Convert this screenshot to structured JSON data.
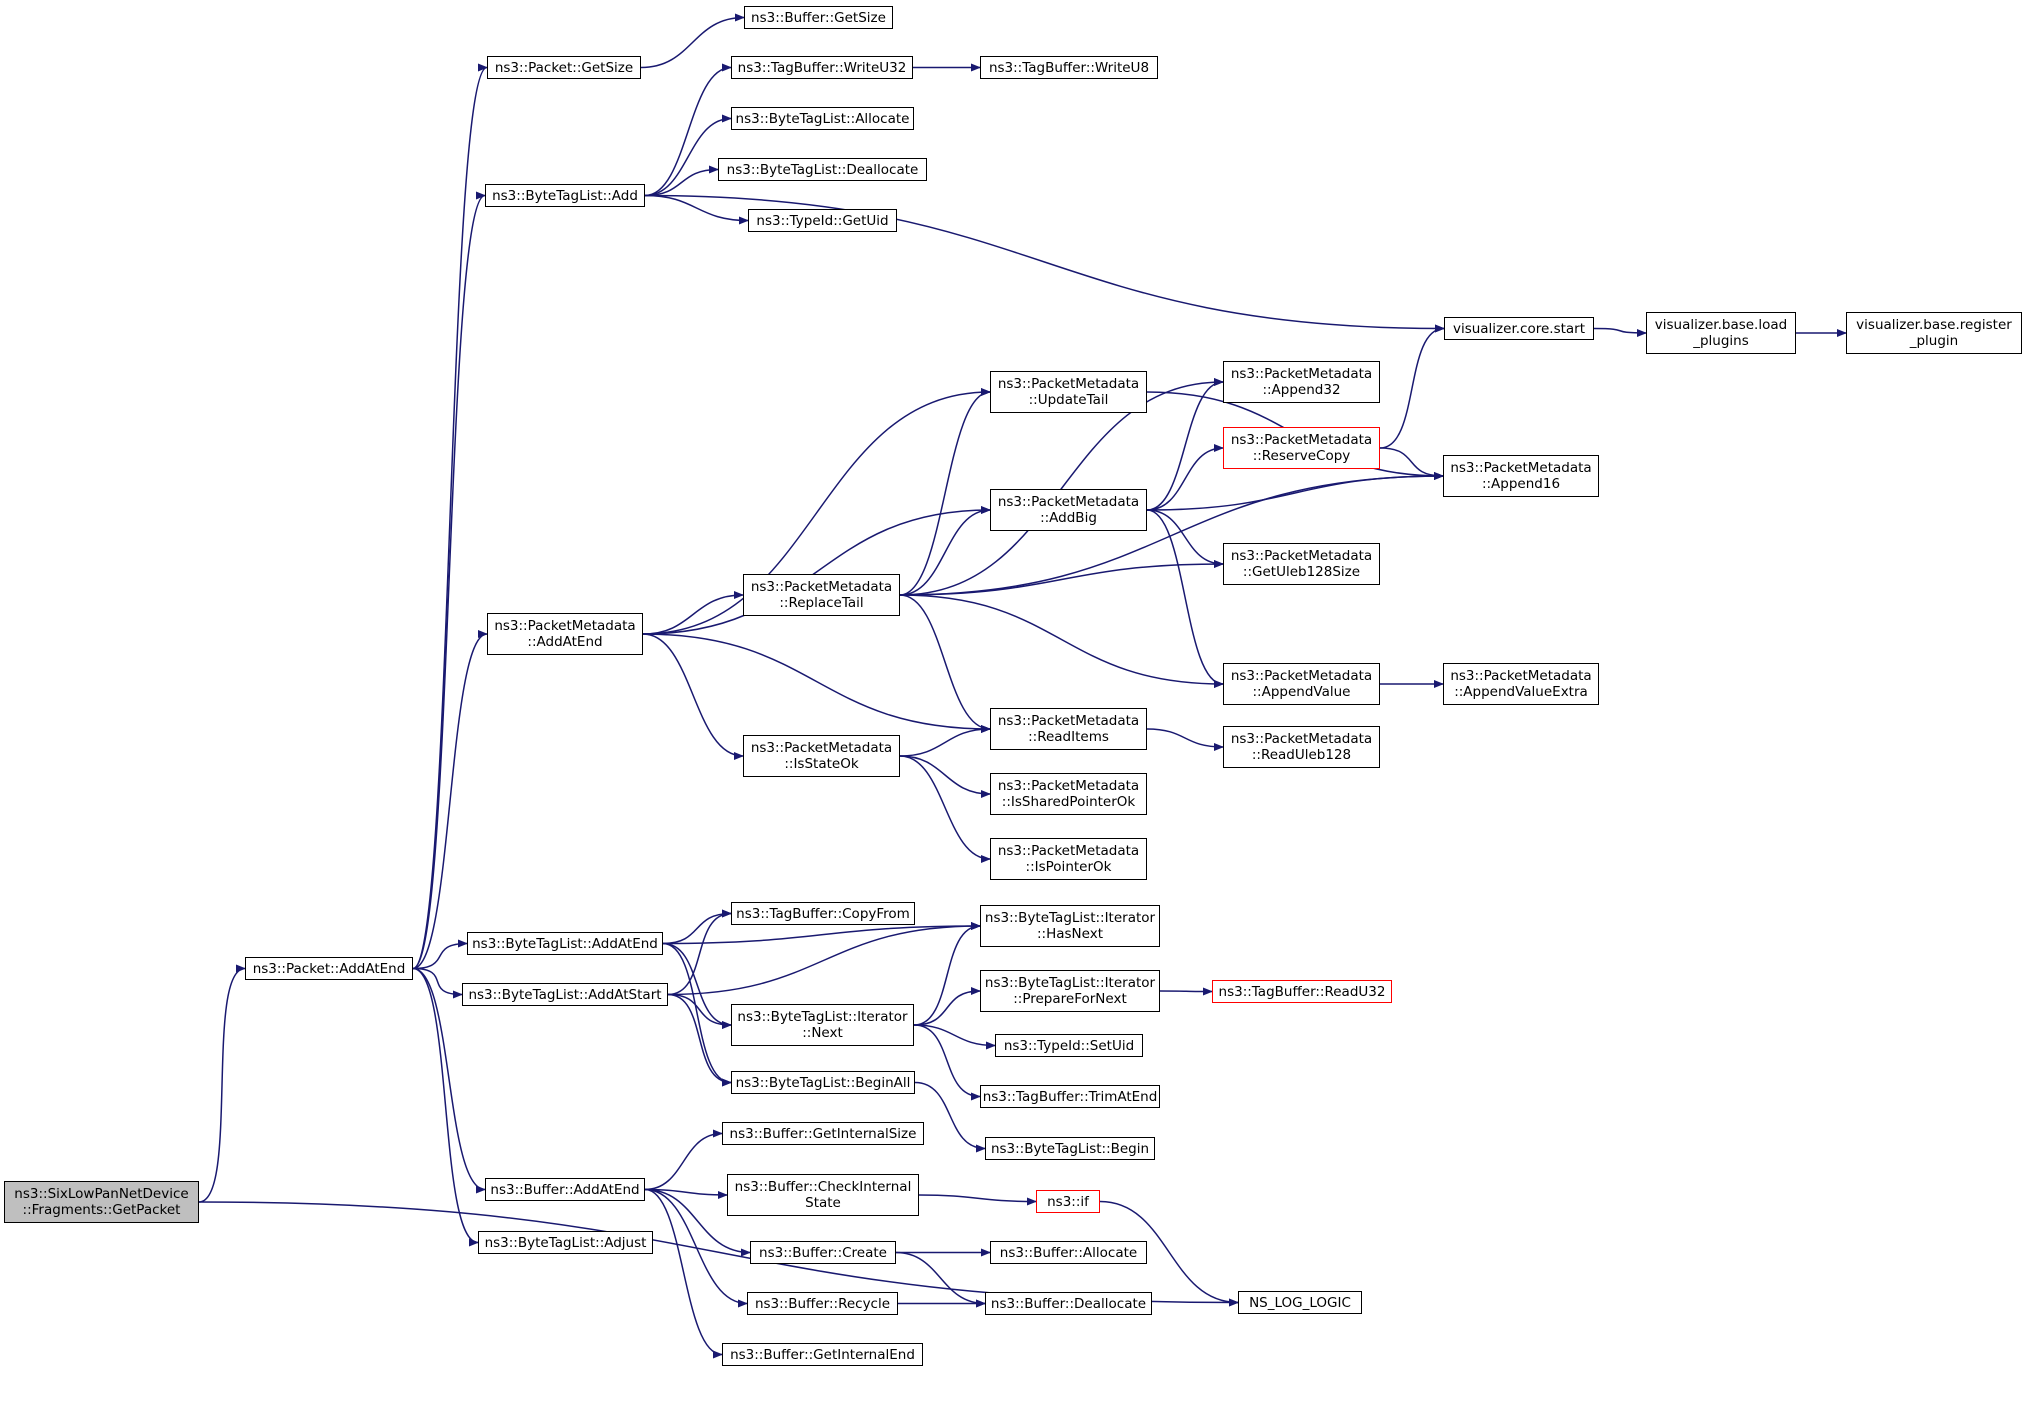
{
  "graph": {
    "edge_color": "#191970",
    "nodes": [
      {
        "id": "root",
        "lines": [
          "ns3::SixLowPanNetDevice",
          "::Fragments::GetPacket"
        ],
        "style": "gray"
      },
      {
        "id": "packet_addatend",
        "lines": [
          "ns3::Packet::AddAtEnd"
        ]
      },
      {
        "id": "packet_getsize",
        "lines": [
          "ns3::Packet::GetSize"
        ]
      },
      {
        "id": "buffer_getsize",
        "lines": [
          "ns3::Buffer::GetSize"
        ]
      },
      {
        "id": "btl_add",
        "lines": [
          "ns3::ByteTagList::Add"
        ]
      },
      {
        "id": "tb_writeu32",
        "lines": [
          "ns3::TagBuffer::WriteU32"
        ]
      },
      {
        "id": "tb_writeu8",
        "lines": [
          "ns3::TagBuffer::WriteU8"
        ]
      },
      {
        "id": "btl_allocate",
        "lines": [
          "ns3::ByteTagList::Allocate"
        ]
      },
      {
        "id": "btl_deallocate",
        "lines": [
          "ns3::ByteTagList::Deallocate"
        ]
      },
      {
        "id": "typeid_getuid",
        "lines": [
          "ns3::TypeId::GetUid"
        ]
      },
      {
        "id": "vis_core_start",
        "lines": [
          "visualizer.core.start"
        ]
      },
      {
        "id": "vis_load",
        "lines": [
          "visualizer.base.load",
          "_plugins"
        ]
      },
      {
        "id": "vis_register",
        "lines": [
          "visualizer.base.register",
          "_plugin"
        ]
      },
      {
        "id": "pm_addatend",
        "lines": [
          "ns3::PacketMetadata",
          "::AddAtEnd"
        ]
      },
      {
        "id": "pm_updatetail",
        "lines": [
          "ns3::PacketMetadata",
          "::UpdateTail"
        ]
      },
      {
        "id": "pm_append32",
        "lines": [
          "ns3::PacketMetadata",
          "::Append32"
        ]
      },
      {
        "id": "pm_reservecopy",
        "lines": [
          "ns3::PacketMetadata",
          "::ReserveCopy"
        ],
        "style": "red"
      },
      {
        "id": "pm_append16",
        "lines": [
          "ns3::PacketMetadata",
          "::Append16"
        ]
      },
      {
        "id": "pm_addbig",
        "lines": [
          "ns3::PacketMetadata",
          "::AddBig"
        ]
      },
      {
        "id": "pm_replacetail",
        "lines": [
          "ns3::PacketMetadata",
          "::ReplaceTail"
        ]
      },
      {
        "id": "pm_getuleb",
        "lines": [
          "ns3::PacketMetadata",
          "::GetUleb128Size"
        ]
      },
      {
        "id": "pm_appendvalue",
        "lines": [
          "ns3::PacketMetadata",
          "::AppendValue"
        ]
      },
      {
        "id": "pm_appendvalueextra",
        "lines": [
          "ns3::PacketMetadata",
          "::AppendValueExtra"
        ]
      },
      {
        "id": "pm_readitems",
        "lines": [
          "ns3::PacketMetadata",
          "::ReadItems"
        ]
      },
      {
        "id": "pm_readuleb",
        "lines": [
          "ns3::PacketMetadata",
          "::ReadUleb128"
        ]
      },
      {
        "id": "pm_isstateok",
        "lines": [
          "ns3::PacketMetadata",
          "::IsStateOk"
        ]
      },
      {
        "id": "pm_issharedptr",
        "lines": [
          "ns3::PacketMetadata",
          "::IsSharedPointerOk"
        ]
      },
      {
        "id": "pm_isptr",
        "lines": [
          "ns3::PacketMetadata",
          "::IsPointerOk"
        ]
      },
      {
        "id": "btl_addatend",
        "lines": [
          "ns3::ByteTagList::AddAtEnd"
        ]
      },
      {
        "id": "tb_copyfrom",
        "lines": [
          "ns3::TagBuffer::CopyFrom"
        ]
      },
      {
        "id": "btl_it_hasnext",
        "lines": [
          "ns3::ByteTagList::Iterator",
          "::HasNext"
        ]
      },
      {
        "id": "btl_addatstart",
        "lines": [
          "ns3::ByteTagList::AddAtStart"
        ]
      },
      {
        "id": "btl_it_next",
        "lines": [
          "ns3::ByteTagList::Iterator",
          "::Next"
        ]
      },
      {
        "id": "btl_it_prepare",
        "lines": [
          "ns3::ByteTagList::Iterator",
          "::PrepareForNext"
        ]
      },
      {
        "id": "tb_readu32",
        "lines": [
          "ns3::TagBuffer::ReadU32"
        ],
        "style": "red"
      },
      {
        "id": "typeid_setuid",
        "lines": [
          "ns3::TypeId::SetUid"
        ]
      },
      {
        "id": "tb_trimatend",
        "lines": [
          "ns3::TagBuffer::TrimAtEnd"
        ]
      },
      {
        "id": "btl_beginall",
        "lines": [
          "ns3::ByteTagList::BeginAll"
        ]
      },
      {
        "id": "btl_begin",
        "lines": [
          "ns3::ByteTagList::Begin"
        ]
      },
      {
        "id": "buffer_addatend",
        "lines": [
          "ns3::Buffer::AddAtEnd"
        ]
      },
      {
        "id": "buffer_getinternalsize",
        "lines": [
          "ns3::Buffer::GetInternalSize"
        ]
      },
      {
        "id": "buffer_checkinternal",
        "lines": [
          "ns3::Buffer::CheckInternal",
          "State"
        ]
      },
      {
        "id": "ns3_if",
        "lines": [
          "ns3::if"
        ],
        "style": "red"
      },
      {
        "id": "buffer_create",
        "lines": [
          "ns3::Buffer::Create"
        ]
      },
      {
        "id": "buffer_allocate",
        "lines": [
          "ns3::Buffer::Allocate"
        ]
      },
      {
        "id": "buffer_recycle",
        "lines": [
          "ns3::Buffer::Recycle"
        ]
      },
      {
        "id": "buffer_deallocate",
        "lines": [
          "ns3::Buffer::Deallocate"
        ]
      },
      {
        "id": "buffer_getinternalend",
        "lines": [
          "ns3::Buffer::GetInternalEnd"
        ]
      },
      {
        "id": "btl_adjust",
        "lines": [
          "ns3::ByteTagList::Adjust"
        ]
      },
      {
        "id": "ns_log_logic",
        "lines": [
          "NS_LOG_LOGIC"
        ]
      }
    ],
    "edges": [
      [
        "root",
        "packet_addatend"
      ],
      [
        "root",
        "ns_log_logic"
      ],
      [
        "packet_addatend",
        "packet_getsize"
      ],
      [
        "packet_addatend",
        "btl_add"
      ],
      [
        "packet_addatend",
        "pm_addatend"
      ],
      [
        "packet_addatend",
        "btl_addatend"
      ],
      [
        "packet_addatend",
        "btl_addatstart"
      ],
      [
        "packet_addatend",
        "buffer_addatend"
      ],
      [
        "packet_addatend",
        "btl_adjust"
      ],
      [
        "packet_getsize",
        "buffer_getsize"
      ],
      [
        "btl_add",
        "tb_writeu32"
      ],
      [
        "btl_add",
        "btl_allocate"
      ],
      [
        "btl_add",
        "btl_deallocate"
      ],
      [
        "btl_add",
        "typeid_getuid"
      ],
      [
        "btl_add",
        "vis_core_start"
      ],
      [
        "tb_writeu32",
        "tb_writeu8"
      ],
      [
        "vis_core_start",
        "vis_load"
      ],
      [
        "vis_load",
        "vis_register"
      ],
      [
        "pm_addatend",
        "pm_updatetail"
      ],
      [
        "pm_addatend",
        "pm_addbig"
      ],
      [
        "pm_addatend",
        "pm_replacetail"
      ],
      [
        "pm_addatend",
        "pm_readitems"
      ],
      [
        "pm_addatend",
        "pm_isstateok"
      ],
      [
        "pm_updatetail",
        "pm_append16"
      ],
      [
        "pm_addbig",
        "pm_append32"
      ],
      [
        "pm_addbig",
        "pm_reservecopy"
      ],
      [
        "pm_addbig",
        "pm_append16"
      ],
      [
        "pm_addbig",
        "pm_getuleb"
      ],
      [
        "pm_addbig",
        "pm_appendvalue"
      ],
      [
        "pm_reservecopy",
        "vis_core_start"
      ],
      [
        "pm_reservecopy",
        "pm_append16"
      ],
      [
        "pm_replacetail",
        "pm_updatetail"
      ],
      [
        "pm_replacetail",
        "pm_append32"
      ],
      [
        "pm_replacetail",
        "pm_addbig"
      ],
      [
        "pm_replacetail",
        "pm_getuleb"
      ],
      [
        "pm_replacetail",
        "pm_append16"
      ],
      [
        "pm_replacetail",
        "pm_appendvalue"
      ],
      [
        "pm_replacetail",
        "pm_readitems"
      ],
      [
        "pm_appendvalue",
        "pm_appendvalueextra"
      ],
      [
        "pm_readitems",
        "pm_readuleb"
      ],
      [
        "pm_isstateok",
        "pm_readitems"
      ],
      [
        "pm_isstateok",
        "pm_issharedptr"
      ],
      [
        "pm_isstateok",
        "pm_isptr"
      ],
      [
        "btl_addatend",
        "tb_copyfrom"
      ],
      [
        "btl_addatend",
        "btl_it_hasnext"
      ],
      [
        "btl_addatend",
        "btl_it_next"
      ],
      [
        "btl_addatend",
        "btl_beginall"
      ],
      [
        "btl_addatstart",
        "tb_copyfrom"
      ],
      [
        "btl_addatstart",
        "btl_it_hasnext"
      ],
      [
        "btl_addatstart",
        "btl_it_next"
      ],
      [
        "btl_addatstart",
        "btl_beginall"
      ],
      [
        "btl_it_next",
        "btl_it_hasnext"
      ],
      [
        "btl_it_next",
        "btl_it_prepare"
      ],
      [
        "btl_it_next",
        "typeid_setuid"
      ],
      [
        "btl_it_next",
        "tb_trimatend"
      ],
      [
        "btl_it_prepare",
        "tb_readu32"
      ],
      [
        "btl_beginall",
        "btl_begin"
      ],
      [
        "buffer_addatend",
        "buffer_getinternalsize"
      ],
      [
        "buffer_addatend",
        "buffer_checkinternal"
      ],
      [
        "buffer_addatend",
        "buffer_create"
      ],
      [
        "buffer_addatend",
        "buffer_recycle"
      ],
      [
        "buffer_addatend",
        "buffer_getinternalend"
      ],
      [
        "buffer_checkinternal",
        "ns3_if"
      ],
      [
        "ns3_if",
        "ns_log_logic"
      ],
      [
        "buffer_create",
        "buffer_allocate"
      ],
      [
        "buffer_create",
        "buffer_deallocate"
      ],
      [
        "buffer_recycle",
        "buffer_deallocate"
      ]
    ]
  }
}
